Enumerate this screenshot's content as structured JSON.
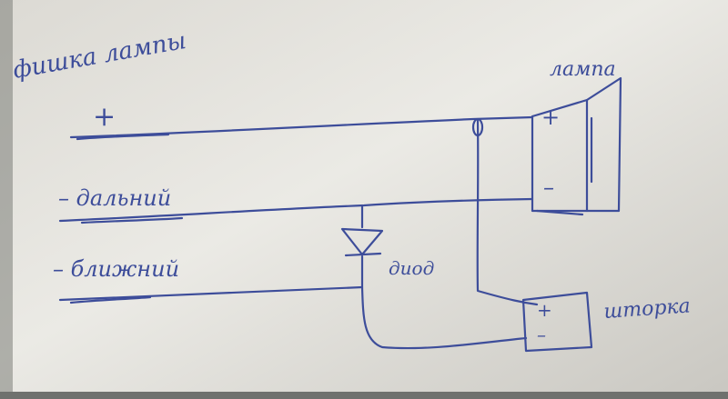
{
  "title": "фишка лампы",
  "wires": {
    "plus_label": "+",
    "far_label": "– дальний",
    "near_label": "– ближний"
  },
  "lamp": {
    "label": "лампа",
    "plus_label": "+",
    "minus_label": "–"
  },
  "diode": {
    "label": "диод"
  },
  "shutter": {
    "label": "шторка",
    "plus_label": "+",
    "minus_label": "–"
  },
  "colors": {
    "paper": "#e7e6e1",
    "ink": "#3d4d9a"
  }
}
